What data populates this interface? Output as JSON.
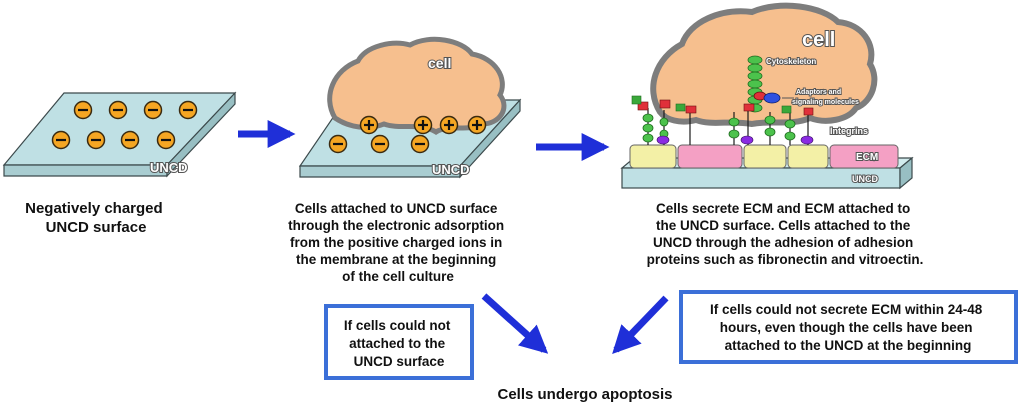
{
  "panel1": {
    "surface_label": "UNCD",
    "caption": [
      "Negatively charged",
      "UNCD surface"
    ]
  },
  "panel2": {
    "cell_label": "cell",
    "surface_label": "UNCD",
    "caption": [
      "Cells attached to UNCD surface",
      "through the electronic adsorption",
      "from the positive charged ions in",
      "the membrane at the beginning",
      "of the cell culture"
    ]
  },
  "panel3": {
    "cell_label": "cell",
    "cytoskeleton_label": "Cytoskeleton",
    "adaptors_label": [
      "Adaptors and",
      "signaling molecules"
    ],
    "integrins_label": "Integrins",
    "ecm_label": "ECM",
    "surface_label": "UNCD",
    "caption": [
      "Cells secrete ECM and ECM attached to",
      "the UNCD surface. Cells attached to the",
      "UNCD through the adhesion of adhesion",
      "proteins such as fibronectin  and vitroectin."
    ]
  },
  "box_left": [
    "If cells could not",
    "attached to the",
    "UNCD surface"
  ],
  "box_right": [
    "If cells could not secrete ECM within 24-48",
    "hours, even though the cells have been",
    "attached to the UNCD at the beginning"
  ],
  "outcome": "Cells undergo apoptosis",
  "colors": {
    "surface": "#bfe0e4",
    "cell": "#f6bf8e",
    "cell_outline": "#7d7d7d",
    "ion": "#f5a623",
    "arrow": "#1f2fd8",
    "box_border": "#3b6fd8",
    "ecm_yellow": "#f3f0a6",
    "ecm_pink": "#f4a0c4"
  }
}
